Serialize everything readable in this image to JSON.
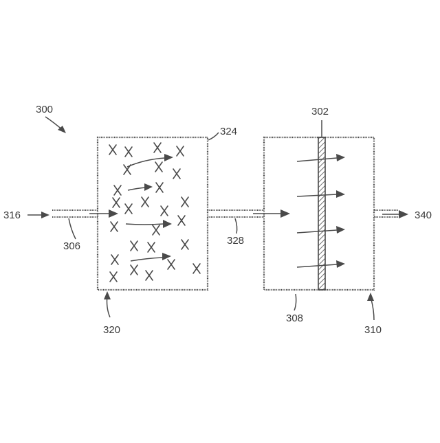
{
  "labels": {
    "system": "300",
    "membrane": "302",
    "inlet_pipe": "306",
    "permeate_side": "308",
    "retentate_side": "310",
    "inlet_stream": "316",
    "vessel_bottom": "320",
    "vessel_top": "324",
    "connector_pipe": "328",
    "outlet_stream": "340"
  },
  "colors": {
    "line": "#4a4a4a",
    "text": "#3a3a3a",
    "background": "#ffffff"
  }
}
